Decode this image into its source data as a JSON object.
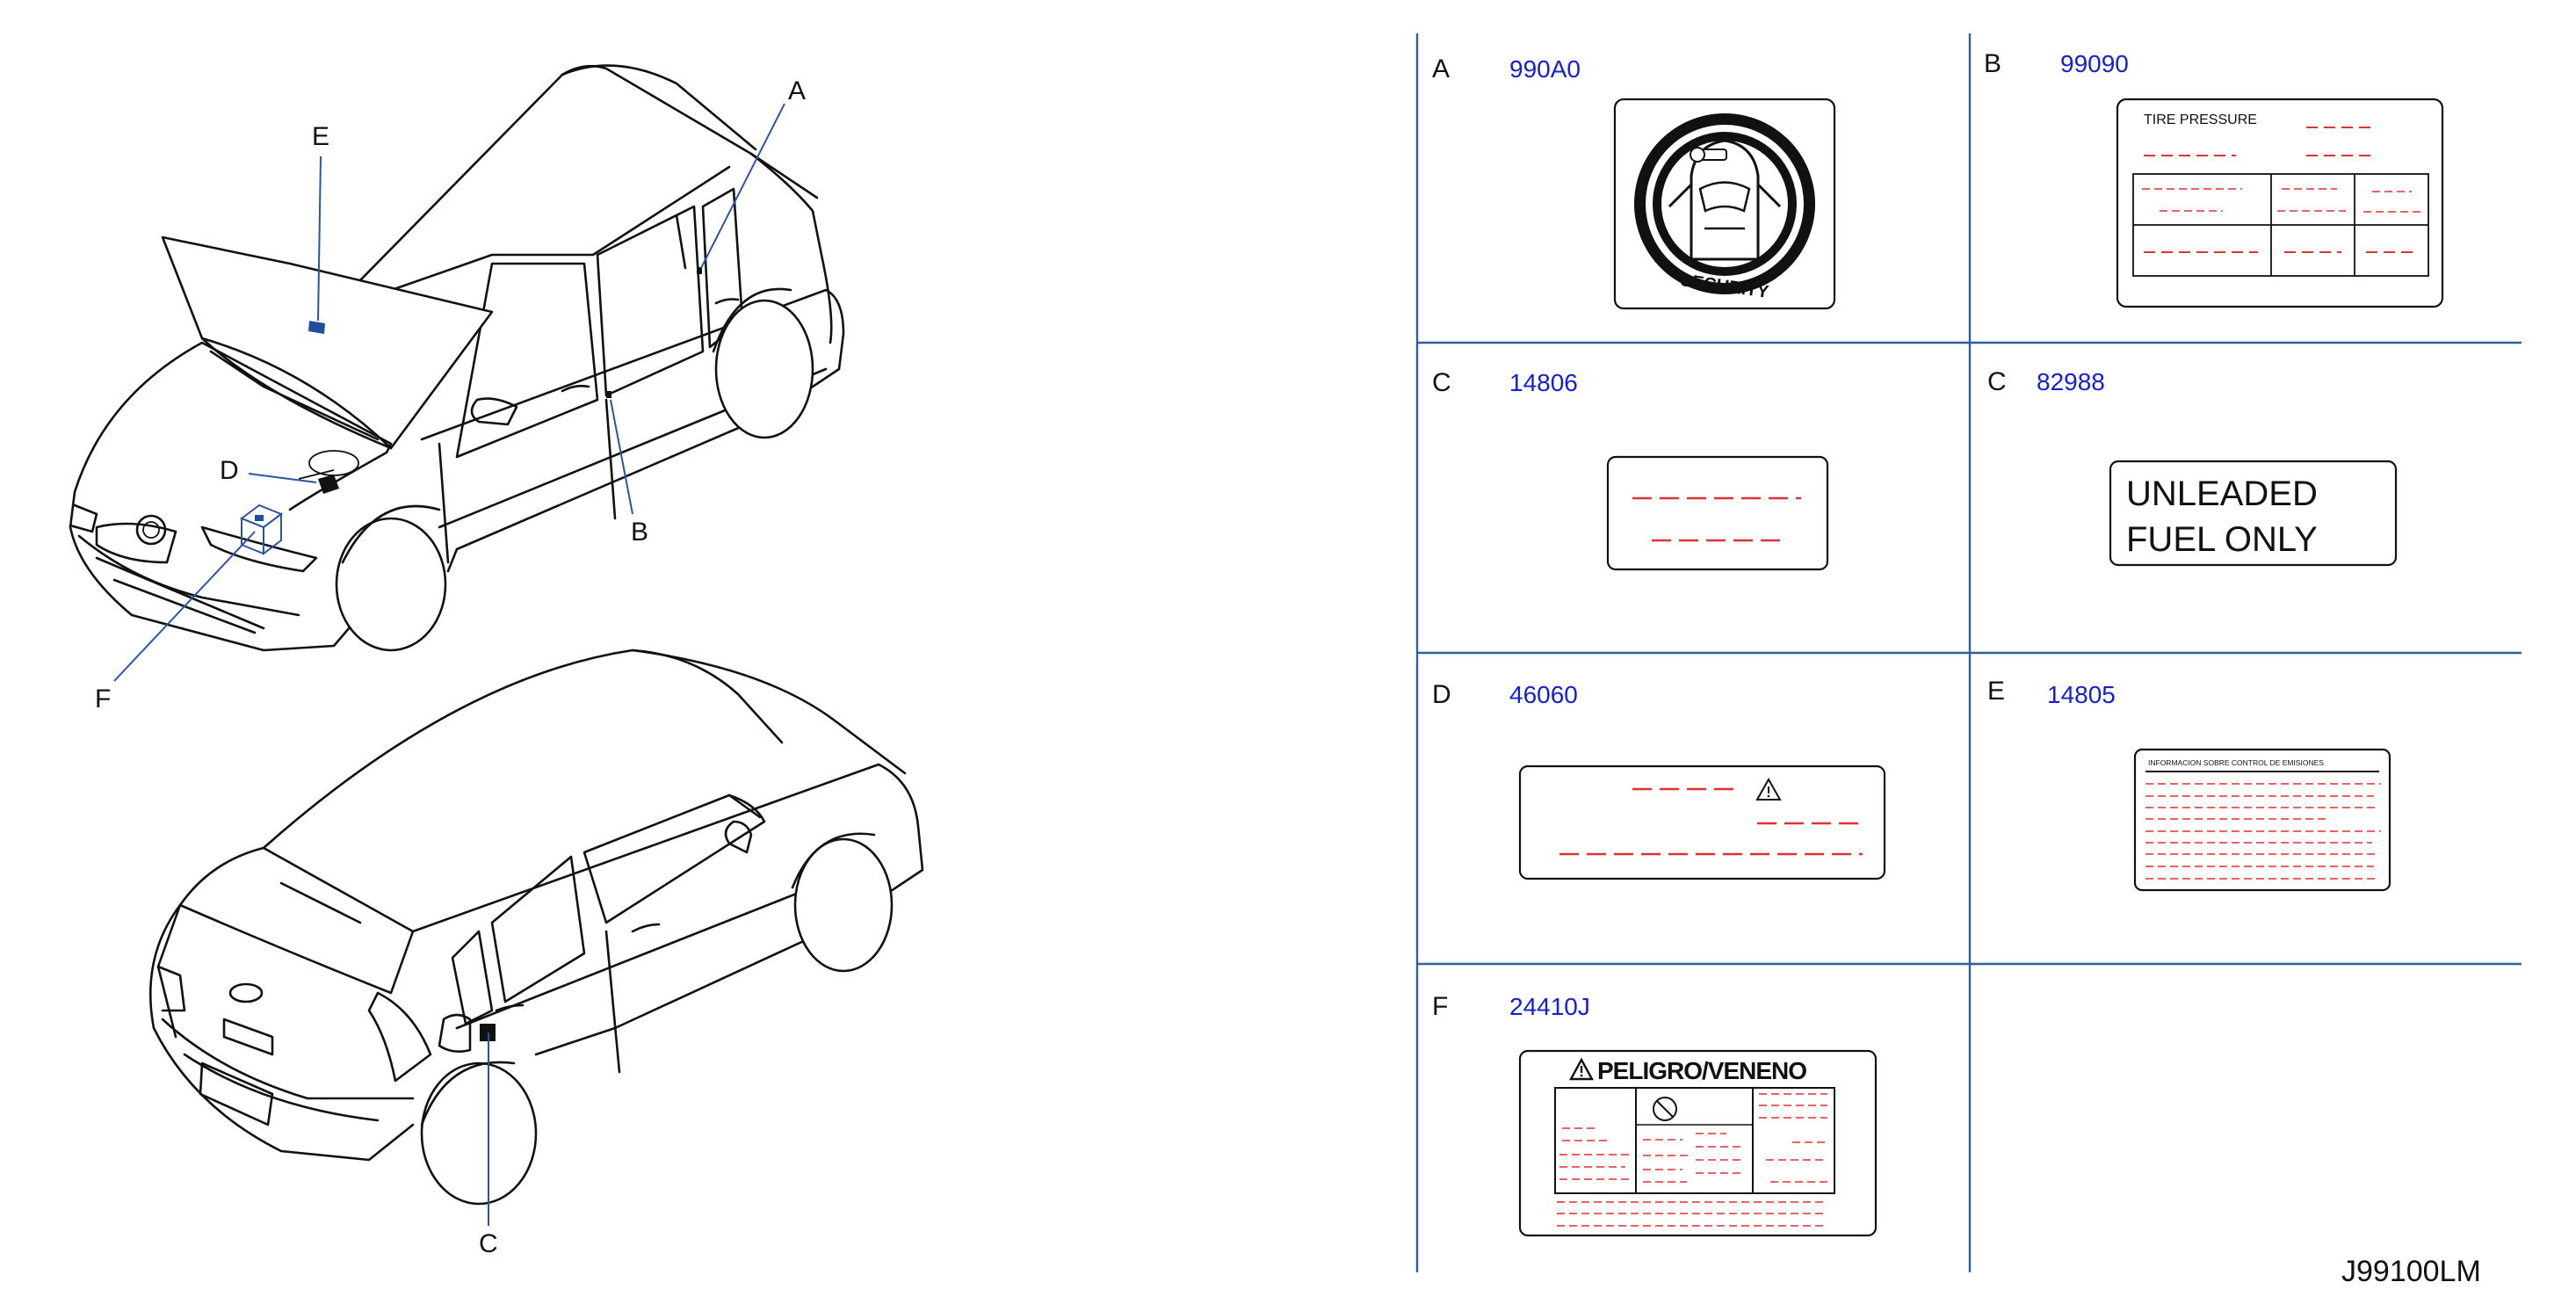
{
  "diagram_id": "J99100LM",
  "car_callouts": {
    "A": "A",
    "B": "B",
    "C": "C",
    "D": "D",
    "E": "E",
    "F": "F"
  },
  "labels": [
    {
      "letter": "A",
      "code": "990A0"
    },
    {
      "letter": "B",
      "code": "99090",
      "text": "TIRE   PRESSURE"
    },
    {
      "letter": "C",
      "code": "14806"
    },
    {
      "letter": "C",
      "code": "82988",
      "line1": "UNLEADED",
      "line2": "FUEL  ONLY"
    },
    {
      "letter": "D",
      "code": "46060"
    },
    {
      "letter": "E",
      "code": "14805",
      "header": "INFORMACION   SOBRE   CONTROL   DE   EMISIONES"
    },
    {
      "letter": "F",
      "code": "24410J",
      "title": "PELIGRO/VENENO"
    }
  ],
  "security_text": "SECURITY",
  "colors": {
    "grid": "#2f5f9e",
    "code": "#1520d0",
    "placeholder": "#e03030",
    "highlight": "#1f4f9e"
  }
}
